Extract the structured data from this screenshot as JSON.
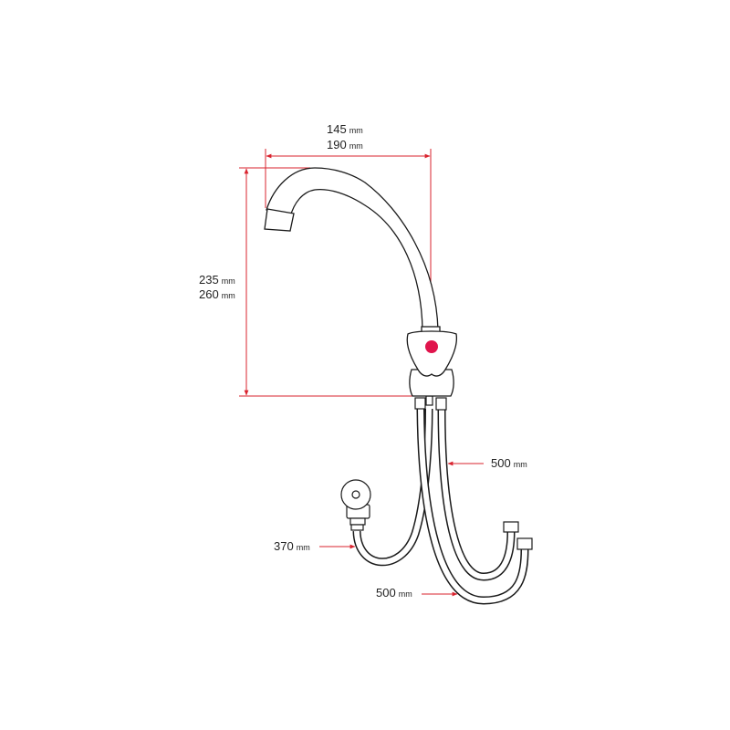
{
  "colors": {
    "dimension": "#d9232e",
    "outline": "#1a1a1a",
    "indicator": "#e0144c"
  },
  "dimensions": {
    "width_a": {
      "value": "145",
      "unit": "mm"
    },
    "width_b": {
      "value": "190",
      "unit": "mm"
    },
    "height_a": {
      "value": "235",
      "unit": "mm"
    },
    "height_b": {
      "value": "260",
      "unit": "mm"
    },
    "hose_right": {
      "value": "500",
      "unit": "mm"
    },
    "hose_valve": {
      "value": "370",
      "unit": "mm"
    },
    "hose_bottom": {
      "value": "500",
      "unit": "mm"
    }
  }
}
